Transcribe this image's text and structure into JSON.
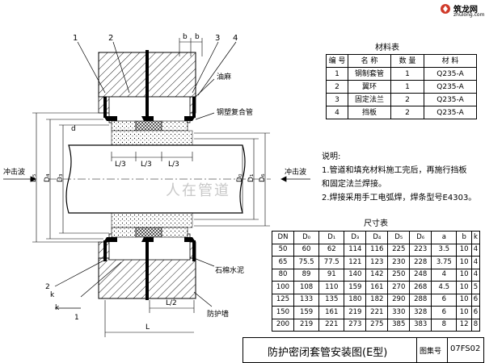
{
  "logo": {
    "brand": "筑龙网",
    "site": "zhulong.com"
  },
  "drawing": {
    "callouts": [
      "1",
      "2",
      "3",
      "4"
    ],
    "labels": {
      "oil_hemp": "油麻",
      "composite_pipe": "钢塑复合管",
      "asbestos_cement": "石棉水泥",
      "protective_wall": "防护墙",
      "blast_side": "冲击波"
    },
    "dims": {
      "b": "b",
      "d": "d",
      "L3": "L/3",
      "L2": "L/2",
      "L": "L",
      "D0": "D₀",
      "D1": "D₁",
      "D3": "D₃",
      "D4": "D₄",
      "D5": "D₅",
      "D6": "D₆",
      "k": "k",
      "num2": "2",
      "num1": "1"
    }
  },
  "material_table": {
    "title": "材料表",
    "headers": [
      "编 号",
      "名 称",
      "数 量",
      "材 料"
    ],
    "rows": [
      [
        "1",
        "钢制套管",
        "1",
        "Q235-A"
      ],
      [
        "2",
        "翼环",
        "1",
        "Q235-A"
      ],
      [
        "3",
        "固定法兰",
        "2",
        "Q235-A"
      ],
      [
        "4",
        "挡板",
        "2",
        "Q235-A"
      ]
    ]
  },
  "notes": {
    "title": "说明:",
    "lines": [
      "1.管道和填充材料施工完后，再施行挡板",
      "和固定法兰焊接。",
      "2.焊接采用手工电弧焊，焊条型号E4303。"
    ]
  },
  "dimension_table": {
    "title": "尺寸表",
    "headers": [
      "DN",
      "D₀",
      "D₁",
      "D₃",
      "D₄",
      "D₅",
      "D₆",
      "a",
      "b",
      "k"
    ],
    "rows": [
      [
        "50",
        "60",
        "62",
        "114",
        "116",
        "225",
        "223",
        "3.5",
        "10",
        "4"
      ],
      [
        "65",
        "75.5",
        "77.5",
        "121",
        "123",
        "230",
        "228",
        "3.75",
        "10",
        "4"
      ],
      [
        "80",
        "89",
        "91",
        "140",
        "142",
        "250",
        "248",
        "4",
        "10",
        "4"
      ],
      [
        "100",
        "108",
        "110",
        "159",
        "161",
        "270",
        "268",
        "4.5",
        "10",
        "5"
      ],
      [
        "125",
        "133",
        "135",
        "180",
        "182",
        "290",
        "288",
        "6",
        "10",
        "6"
      ],
      [
        "150",
        "159",
        "161",
        "219",
        "221",
        "330",
        "328",
        "6",
        "10",
        "6"
      ],
      [
        "200",
        "219",
        "221",
        "273",
        "275",
        "385",
        "383",
        "8",
        "12",
        "8"
      ]
    ]
  },
  "title_block": {
    "title": "防护密闭套管安装图(E型)",
    "atlas_label": "图集号",
    "atlas_code": "07FS02"
  },
  "watermark": "人在管道"
}
